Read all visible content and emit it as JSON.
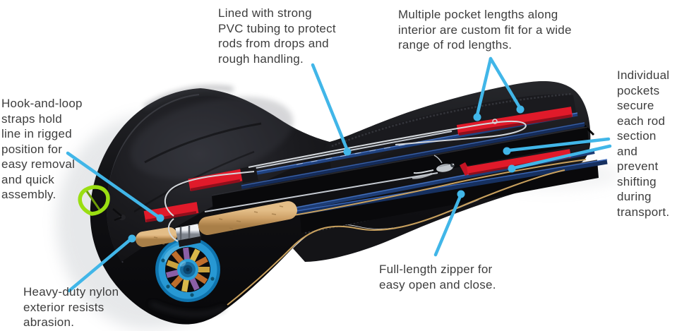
{
  "figure": {
    "background": "#ffffff",
    "colors": {
      "callout_accent": "#41b6e8",
      "text": "#3d3d3d",
      "case_shell": "#0e0e10",
      "strap_red": "#e01a2a",
      "reel_blue": "#2b9fd8",
      "cork_tan": "#cfa268",
      "clip_green": "#9ade12",
      "rod_blue": "#1d3c74",
      "fly_line_gold": "#c9a15e"
    }
  },
  "callouts": {
    "pvc_lining": {
      "lines": [
        "Lined with strong",
        "PVC tubing to protect",
        "rods from drops and",
        "rough handling."
      ]
    },
    "pocket_lengths": {
      "lines": [
        "Multiple pocket lengths along",
        "interior are custom fit for a wide",
        "range of rod lengths."
      ]
    },
    "individual_pockets": {
      "lines": [
        "Individual",
        "pockets",
        "secure",
        "each rod",
        "section",
        "and",
        "prevent",
        "shifting",
        "during",
        "transport."
      ]
    },
    "hook_and_loop": {
      "lines": [
        "Hook-and-loop",
        "straps hold",
        "line in rigged",
        "position for",
        "easy removal",
        "and quick",
        "assembly."
      ]
    },
    "nylon_exterior": {
      "lines": [
        "Heavy-duty nylon",
        "exterior resists",
        "abrasion."
      ]
    },
    "zipper": {
      "lines": [
        "Full-length zipper for",
        "easy open and close."
      ]
    }
  }
}
